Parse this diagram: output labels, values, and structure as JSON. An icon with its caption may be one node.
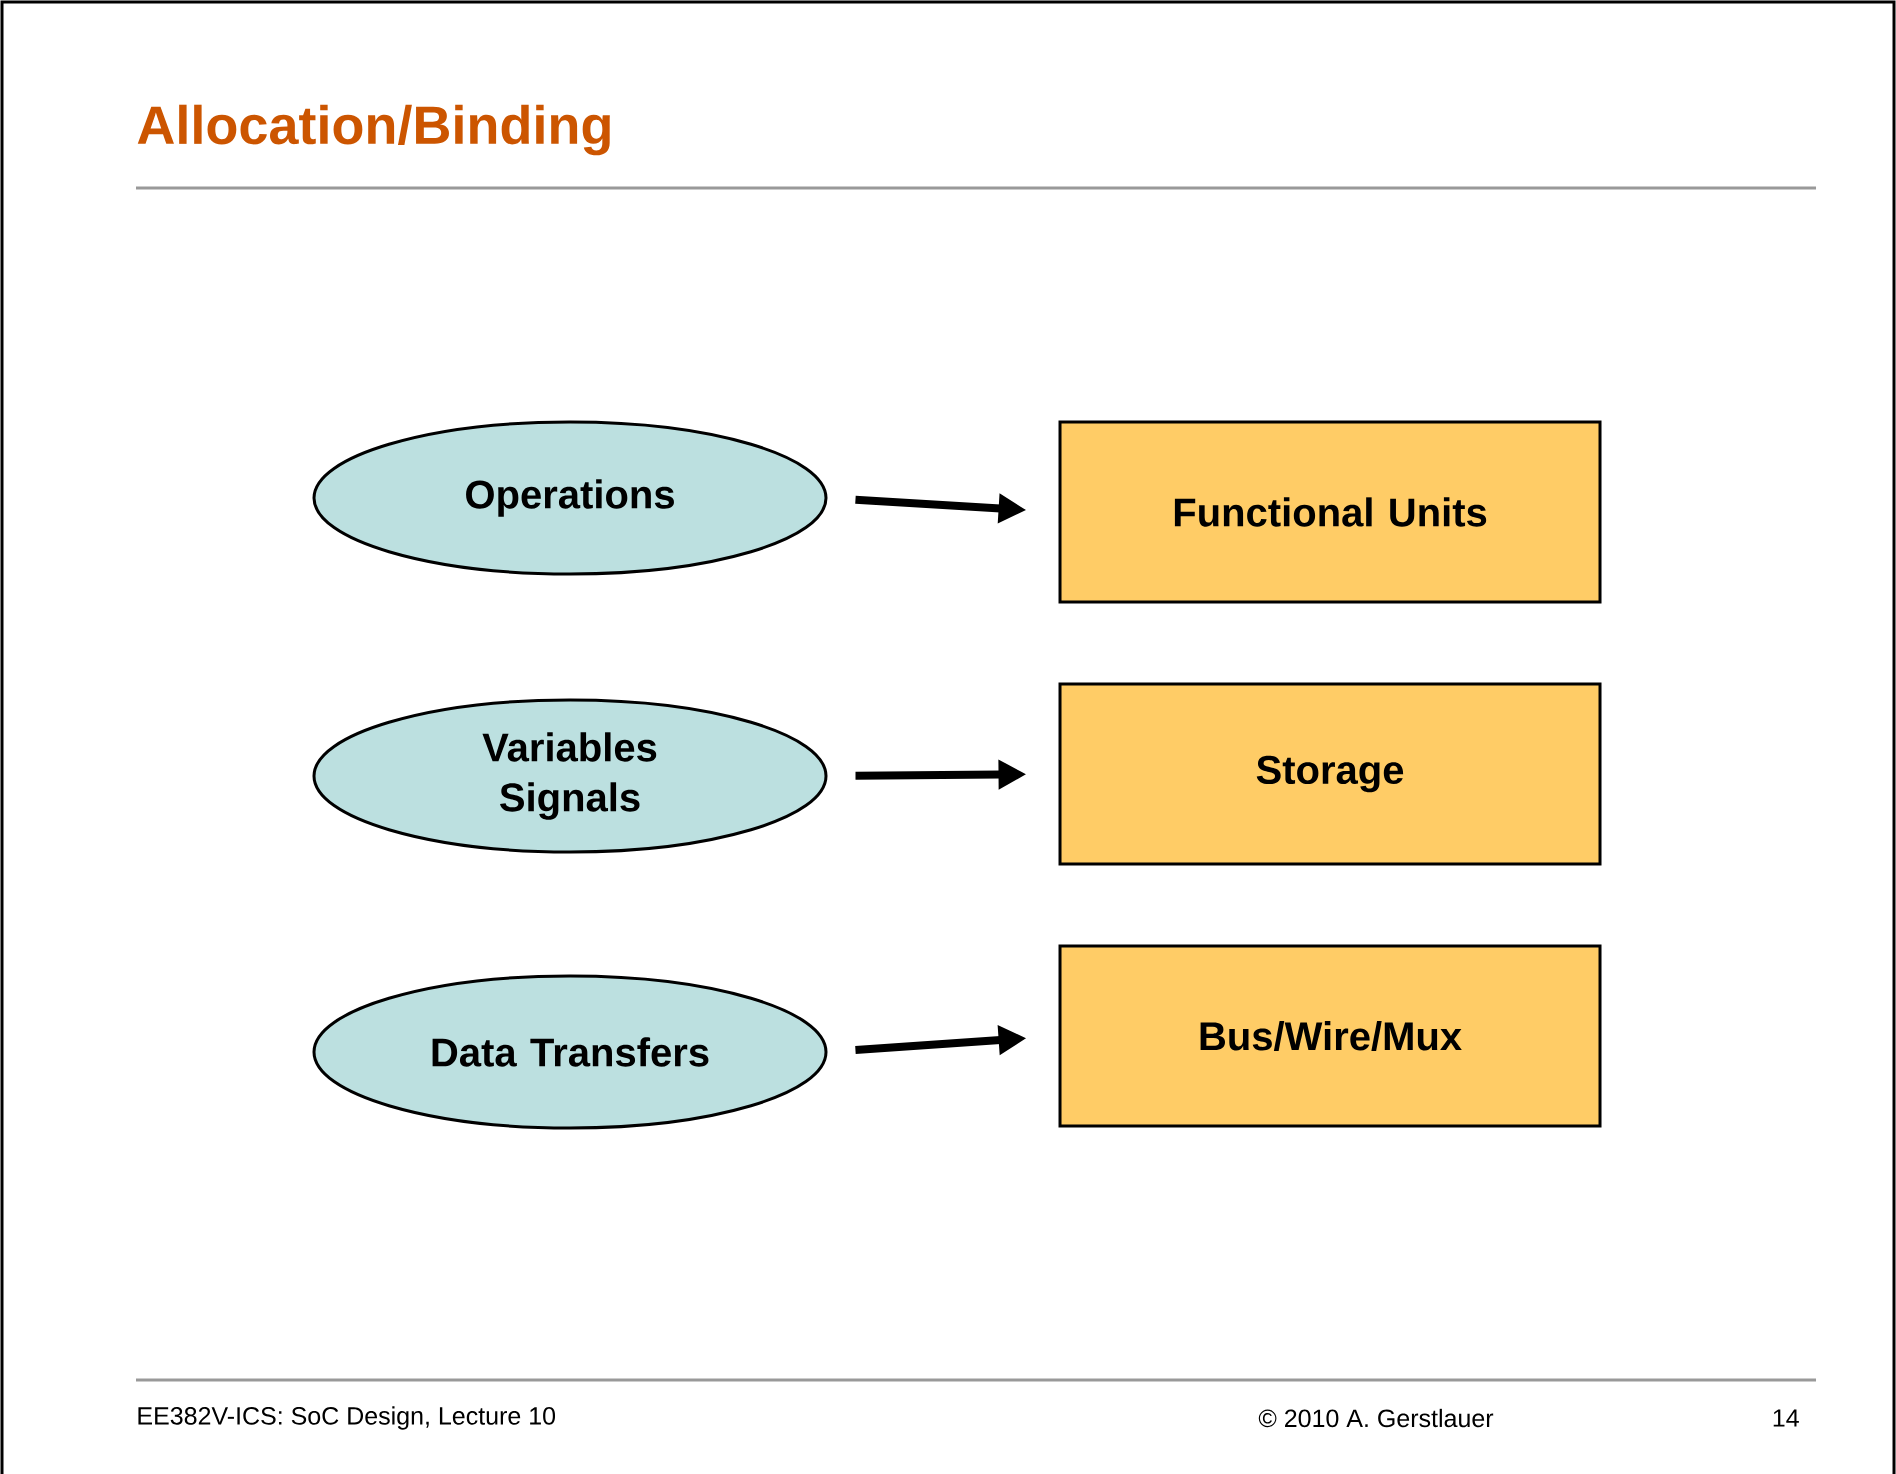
{
  "diagram": {
    "title": "Allocation/Binding",
    "nodes": [
      {
        "text": [
          "Operations"
        ]
      },
      {
        "text": [
          "Functional Units"
        ]
      },
      {
        "text": [
          "Variables Signals"
        ]
      },
      {
        "text": [
          "Storage"
        ]
      },
      {
        "text": [
          "Data Transfers"
        ]
      },
      {
        "text": [
          "Bus/Wire/Mux"
        ]
      }
    ],
    "edges": [
      {
        "from": 0,
        "to": 1,
        "arrow": "to"
      },
      {
        "from": 2,
        "to": 3,
        "arrow": "to"
      },
      {
        "from": 4,
        "to": 5,
        "arrow": "to"
      }
    ],
    "labels": [
      "EE382V-ICS: SoC Design, Lecture 10",
      "© 2010 A. Gerstlauer",
      "14"
    ]
  }
}
